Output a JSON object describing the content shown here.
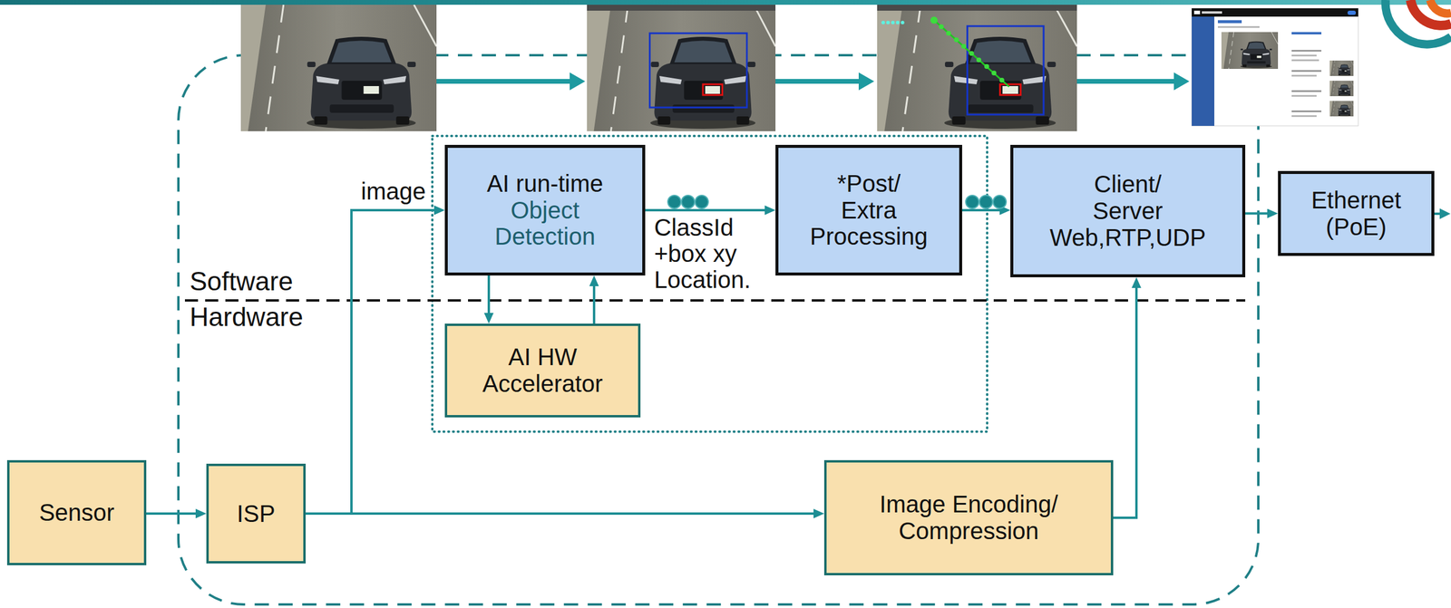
{
  "diagram": {
    "nodes": [
      {
        "text": [
          "AI run-time",
          "Object Detection"
        ]
      },
      {
        "text": [
          "AI HW Accelerator"
        ]
      },
      {
        "text": [
          "*Post/ Extra Processing"
        ]
      },
      {
        "text": [
          "Client/ Server Web,RTP,UDP"
        ]
      },
      {
        "text": [
          "Ethernet (PoE)"
        ]
      },
      {
        "text": [
          "Sensor"
        ]
      },
      {
        "text": [
          "ISP"
        ]
      },
      {
        "text": [
          "Image Encoding/ Compression"
        ]
      }
    ],
    "edges": [
      {
        "from": 5,
        "to": 6,
        "arrow": "to"
      },
      {
        "from": 6,
        "to": 0,
        "label": "image",
        "arrow": "to"
      },
      {
        "from": 6,
        "to": 7,
        "arrow": "to"
      },
      {
        "from": 0,
        "to": 1,
        "arrow": "to"
      },
      {
        "from": 1,
        "to": 0,
        "arrow": "to"
      },
      {
        "from": 0,
        "to": 2,
        "label": "ClassId +box xy Location.",
        "arrow": "to"
      },
      {
        "from": 2,
        "to": 3,
        "arrow": "to"
      },
      {
        "from": 7,
        "to": 3,
        "arrow": "to"
      },
      {
        "from": 3,
        "to": 4,
        "arrow": "to"
      }
    ],
    "labels": [
      "Software",
      "Hardware"
    ]
  }
}
